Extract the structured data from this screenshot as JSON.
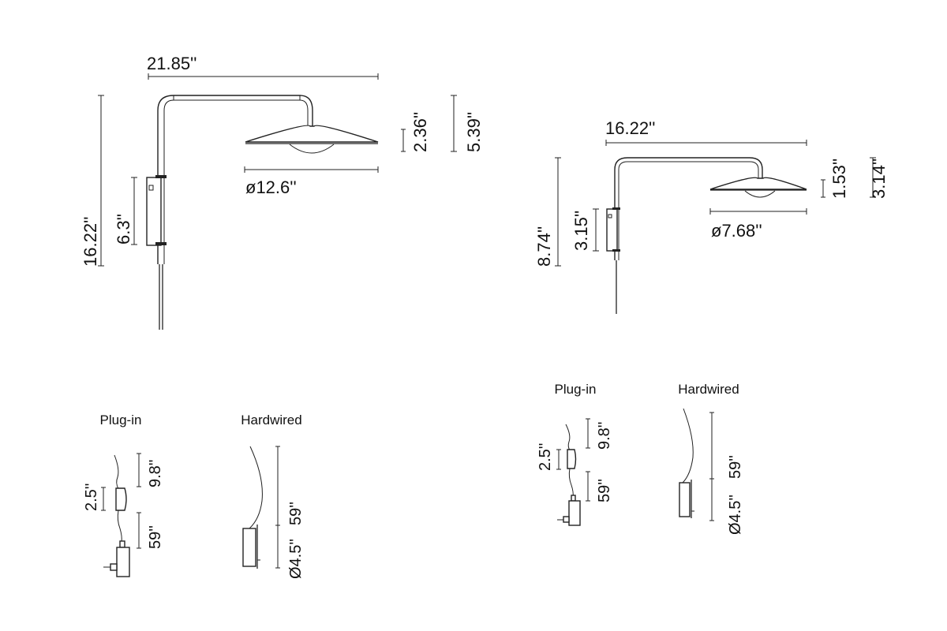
{
  "large_lamp": {
    "arm_width": "21.85''",
    "total_height": "16.22''",
    "bracket_height": "6.3''",
    "shade_height": "2.36''",
    "head_height": "5.39''",
    "shade_diameter": "ø12.6''"
  },
  "small_lamp": {
    "arm_width": "16.22''",
    "total_height": "8.74''",
    "bracket_height": "3.15''",
    "shade_height": "1.53''",
    "head_height": "3.14''",
    "shade_diameter": "ø7.68''"
  },
  "large_options": {
    "plugin": {
      "label": "Plug-in",
      "switch_height": "2.5''",
      "upper_cord": "9.8''",
      "lower_cord": "59''"
    },
    "hardwired": {
      "label": "Hardwired",
      "cord": "59''",
      "canopy": "Ø4.5''"
    }
  },
  "small_options": {
    "plugin": {
      "label": "Plug-in",
      "switch_height": "2.5''",
      "upper_cord": "9.8''",
      "lower_cord": "59''"
    },
    "hardwired": {
      "label": "Hardwired",
      "cord": "59''",
      "canopy": "Ø4.5''"
    }
  }
}
